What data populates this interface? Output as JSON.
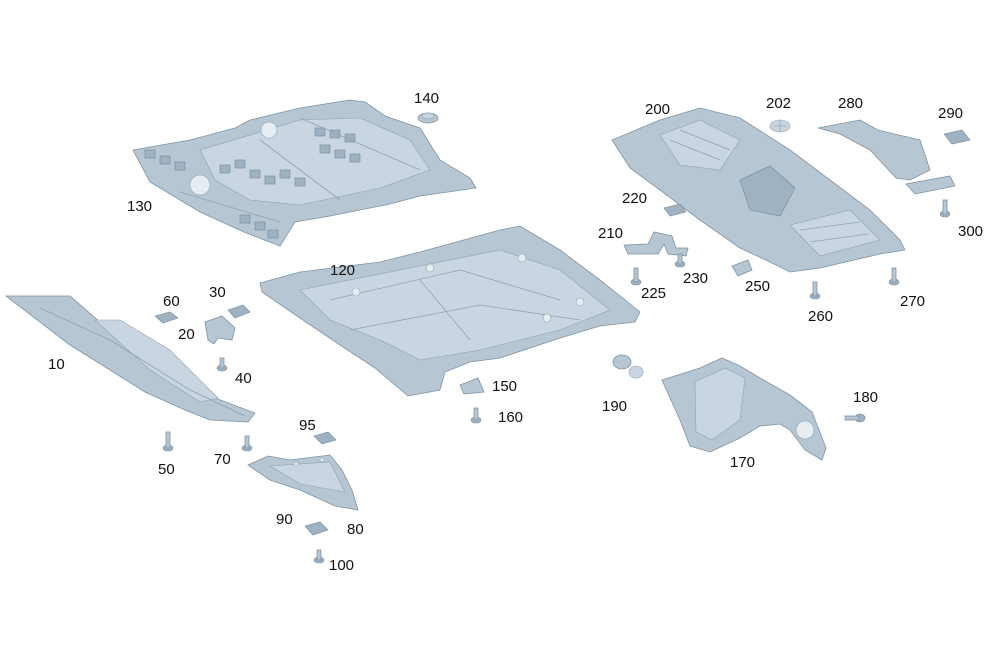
{
  "diagram": {
    "palette": {
      "part_fill": "#b6c6d3",
      "part_light": "#c9d6e1",
      "part_dark": "#9fb2c1",
      "outline": "#7f93a3",
      "label_color": "#111111",
      "background": "#ffffff"
    },
    "callouts": [
      "10",
      "20",
      "30",
      "40",
      "50",
      "60",
      "70",
      "80",
      "90",
      "95",
      "100",
      "120",
      "130",
      "140",
      "150",
      "160",
      "170",
      "180",
      "190",
      "200",
      "202",
      "210",
      "220",
      "225",
      "230",
      "250",
      "260",
      "270",
      "280",
      "290",
      "300"
    ]
  }
}
